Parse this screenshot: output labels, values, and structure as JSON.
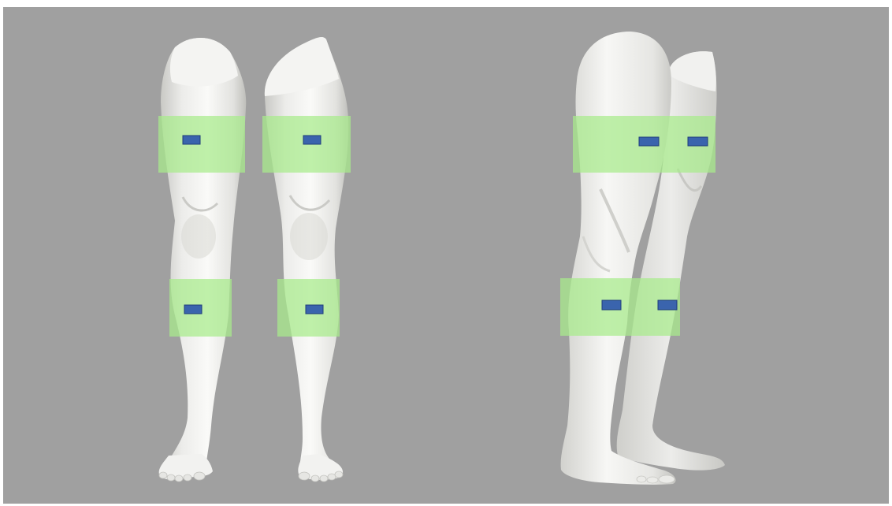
{
  "scene": {
    "description_free": true,
    "colors": {
      "frame": "#ffffff",
      "background": "#a0a0a0",
      "leg_light": "#f6f6f4",
      "leg_mid": "#e3e3e0",
      "leg_shadow": "#bdbdb9",
      "band": "#a8ec8a",
      "band_opacity": 0.72,
      "sensor_fill": "#3a64ad",
      "sensor_stroke": "#1f3d7a"
    },
    "views": [
      {
        "name": "front-view",
        "legs": 2,
        "bands": 4,
        "sensors": 4
      },
      {
        "name": "side-view",
        "legs": 2,
        "bands": 2,
        "sensors": 4
      }
    ]
  }
}
